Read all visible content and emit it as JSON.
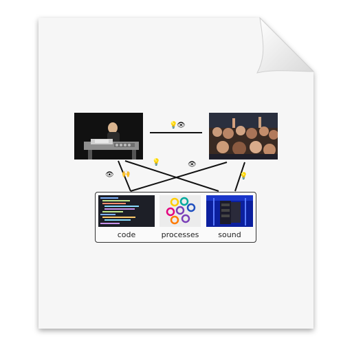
{
  "panel": {
    "labels": {
      "code": "code",
      "processes": "processes",
      "sound": "sound"
    }
  },
  "glyphs": {
    "idea": "💡",
    "eye": "👁",
    "celebrate": "🙌"
  },
  "colors": {
    "page": "#f7f7f7",
    "fold": "#e6e6e6",
    "line": "#111111",
    "process_circles": [
      "#e5007d",
      "#ffcc00",
      "#00a99d",
      "#7a3fb8",
      "#ff7a00",
      "#1f4fbf"
    ]
  }
}
